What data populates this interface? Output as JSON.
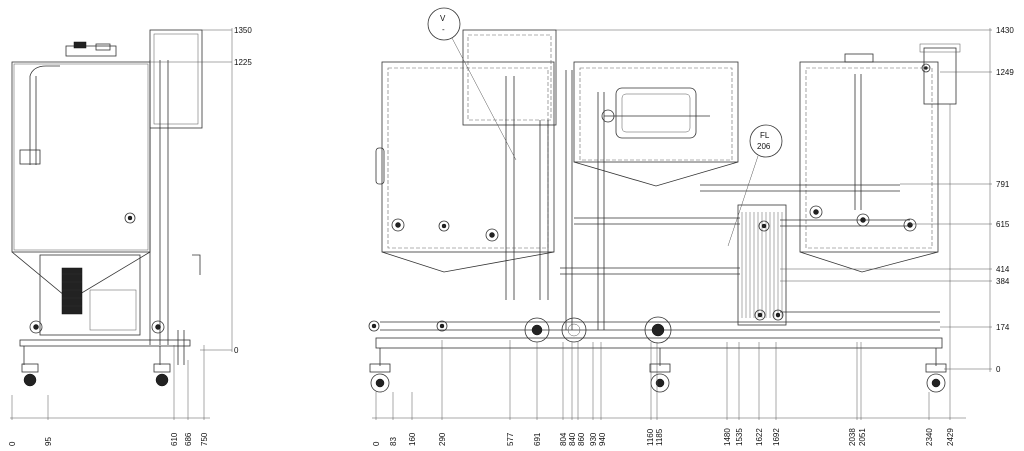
{
  "drawing": {
    "side_view": {
      "vertical_dims": [
        "1350",
        "1225",
        "0"
      ],
      "horizontal_dims": [
        "0",
        "95",
        "610",
        "686",
        "750"
      ]
    },
    "front_view": {
      "vertical_dims": [
        "1430",
        "1249",
        "791",
        "615",
        "414",
        "384",
        "174",
        "0"
      ],
      "horizontal_dims": [
        "0",
        "83",
        "160",
        "290",
        "577",
        "691",
        "804",
        "840",
        "860",
        "930",
        "940",
        "1160",
        "1185",
        "1480",
        "1535",
        "1622",
        "1692",
        "2038",
        "2051",
        "2340",
        "2429"
      ]
    },
    "callouts": [
      {
        "line1": "V",
        "line2": "-"
      },
      {
        "line1": "FL",
        "line2": "206"
      }
    ]
  }
}
